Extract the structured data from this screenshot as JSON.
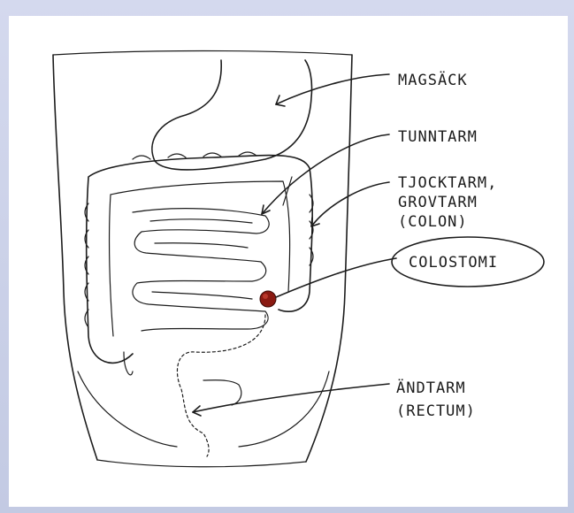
{
  "labels": {
    "stomach": "MAGSÄCK",
    "small_intestine": "TUNNTARM",
    "large_intestine_1": "TJOCKTARM,",
    "large_intestine_2": "GROVTARM",
    "large_intestine_3": "(COLON)",
    "colostomy": "COLOSTOMI",
    "rectum_1": "ÄNDTARM",
    "rectum_2": "(RECTUM)"
  },
  "colors": {
    "ink": "#1c1c1c",
    "stoma": "#8a1a12",
    "frame": "#c9d0e6",
    "paper": "#ffffff"
  }
}
